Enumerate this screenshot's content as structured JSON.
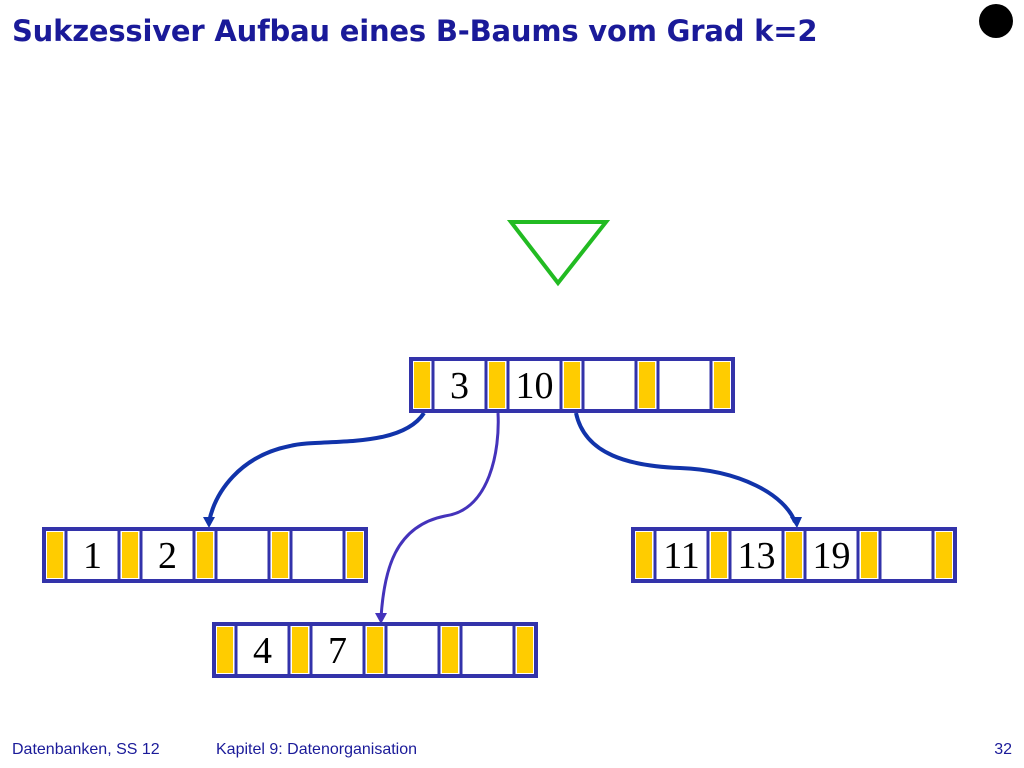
{
  "slide": {
    "title": "Sukzessiver Aufbau eines B-Baums vom Grad k=2",
    "footer_left": "Datenbanken, SS 12",
    "footer_center": "Kapitel 9: Datenorganisation",
    "page_number": "32"
  },
  "colors": {
    "title": "#1a1a99",
    "node_border": "#3333aa",
    "pointer_fill": "#ffcc00",
    "edge": "#1133aa",
    "edge_middle": "#4433bb",
    "marker": "#22bb22"
  },
  "tree": {
    "root": {
      "keys": [
        "3",
        "10",
        "",
        ""
      ]
    },
    "children": [
      {
        "keys": [
          "1",
          "2",
          "",
          ""
        ]
      },
      {
        "keys": [
          "4",
          "7",
          "",
          ""
        ]
      },
      {
        "keys": [
          "11",
          "13",
          "19",
          ""
        ]
      }
    ]
  }
}
